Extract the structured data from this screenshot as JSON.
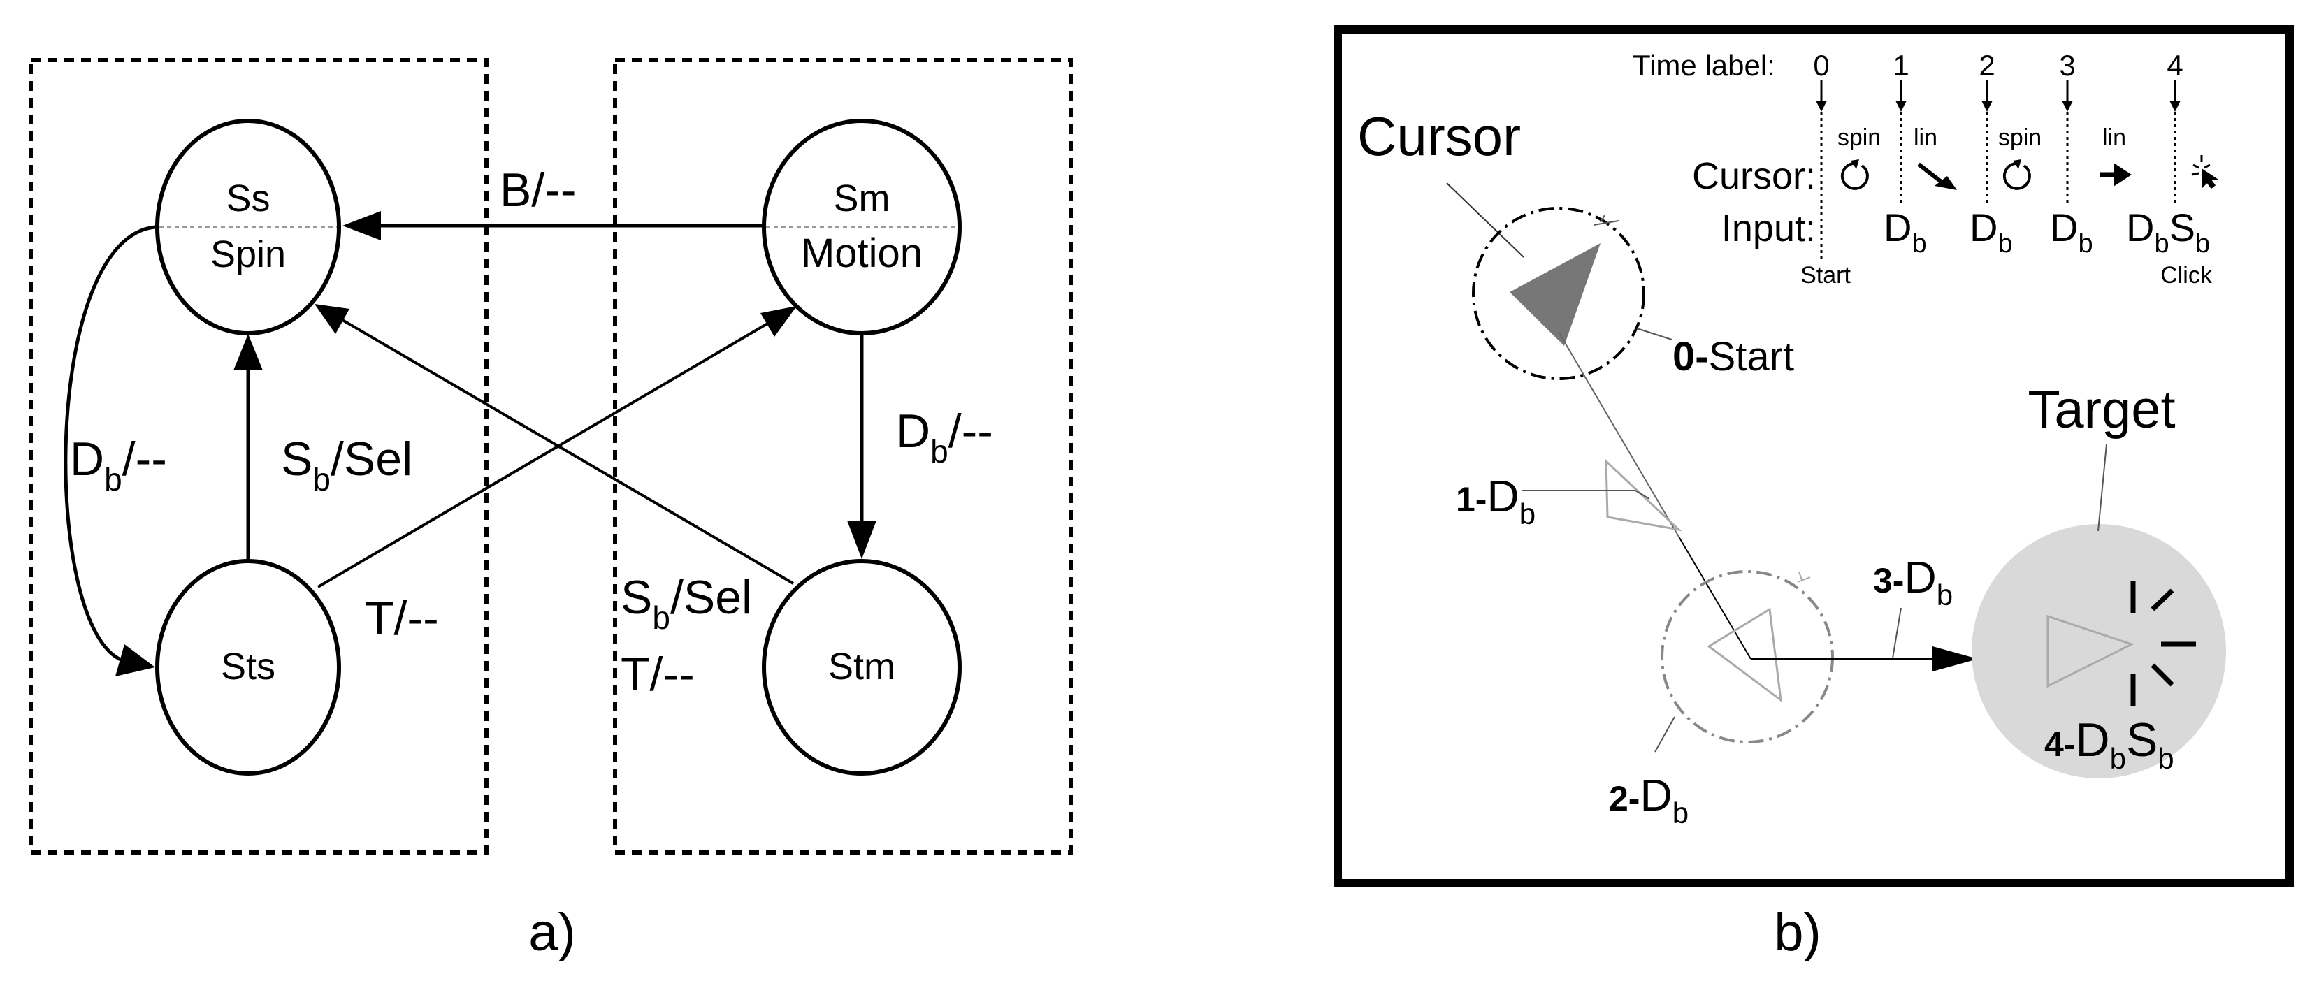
{
  "panel_a": {
    "caption": "a)",
    "states": {
      "ss": {
        "name": "Ss",
        "sub": "Spin"
      },
      "sm": {
        "name": "Sm",
        "sub": "Motion"
      },
      "sts": {
        "name": "Sts"
      },
      "stm": {
        "name": "Stm"
      }
    },
    "edges": {
      "b": "B/--",
      "db_left_main": "D",
      "db_left_sub": "b",
      "db_left_tail": "/--",
      "sb_sel_main": "S",
      "sb_sel_sub": "b",
      "sb_sel_tail": "/Sel",
      "db_right_main": "D",
      "db_right_sub": "b",
      "db_right_tail": "/--",
      "t_left": "T/--",
      "sb_sel2_main": "S",
      "sb_sel2_sub": "b",
      "sb_sel2_tail": "/Sel",
      "t_right": "T/--"
    }
  },
  "panel_b": {
    "caption": "b)",
    "time_label": "Time label:",
    "ticks": [
      "0",
      "1",
      "2",
      "3",
      "4"
    ],
    "cursor_row": "Cursor:",
    "input_row": "Input:",
    "spin1": "spin",
    "lin1": "lin",
    "spin2": "spin",
    "lin2": "lin",
    "inputs": [
      {
        "main": "D",
        "sub": "b"
      },
      {
        "main": "D",
        "sub": "b"
      },
      {
        "main": "D",
        "sub": "b"
      }
    ],
    "input4": {
      "d": "D",
      "dsub": "b",
      "s": "S",
      "ssub": "b"
    },
    "start": "Start",
    "click": "Click",
    "cursor_label": "Cursor",
    "target_label": "Target",
    "step0_num": "0-",
    "step0_text": "Start",
    "step1_num": "1-",
    "step1_main": "D",
    "step1_sub": "b",
    "step2_num": "2-",
    "step2_main": "D",
    "step2_sub": "b",
    "step3_num": "3-",
    "step3_main": "D",
    "step3_sub": "b",
    "step4_num": "4-",
    "step4_d": "D",
    "step4_dsub": "b",
    "step4_s": "S",
    "step4_ssub": "b"
  }
}
